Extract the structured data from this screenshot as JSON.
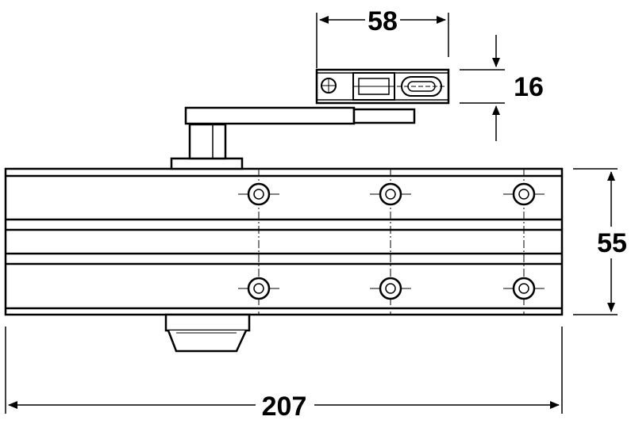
{
  "dimensions": {
    "arm_bracket_width": "58",
    "arm_bracket_height": "16",
    "body_height": "55",
    "body_width": "207"
  },
  "colors": {
    "line": "#000000",
    "background": "#ffffff"
  }
}
